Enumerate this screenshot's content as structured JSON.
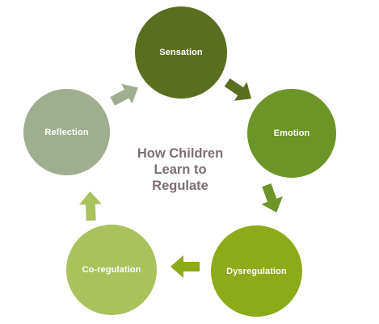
{
  "diagram": {
    "title_lines": [
      "How Children",
      "Learn to",
      "Regulate"
    ],
    "nodes": [
      {
        "label": "Sensation",
        "color": "#5a6e1f"
      },
      {
        "label": "Emotion",
        "color": "#6c9427"
      },
      {
        "label": "Dysregulation",
        "color": "#8daa18"
      },
      {
        "label": "Co-regulation",
        "color": "#a9c25b"
      },
      {
        "label": "Reflection",
        "color": "#9fae8e"
      }
    ],
    "arrows": [
      {
        "from": "Sensation",
        "to": "Emotion",
        "color": "#5a6e1f"
      },
      {
        "from": "Emotion",
        "to": "Dysregulation",
        "color": "#6c9427"
      },
      {
        "from": "Dysregulation",
        "to": "Co-regulation",
        "color": "#8daa18"
      },
      {
        "from": "Co-regulation",
        "to": "Reflection",
        "color": "#a9c25b"
      },
      {
        "from": "Reflection",
        "to": "Sensation",
        "color": "#9fae8e"
      }
    ],
    "title_color": "#7d6e74"
  }
}
